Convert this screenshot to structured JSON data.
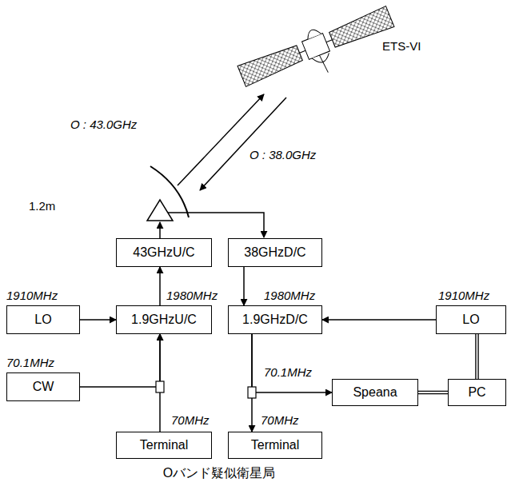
{
  "diagram": {
    "caption": "Oバンド疑似衛星局",
    "nodes": [
      {
        "text": [
          "43GHzU/C"
        ]
      },
      {
        "text": [
          "38GHzD/C"
        ]
      },
      {
        "text": [
          "LO"
        ]
      },
      {
        "text": [
          "1.9GHzU/C"
        ]
      },
      {
        "text": [
          "1.9GHzD/C"
        ]
      },
      {
        "text": [
          "LO"
        ]
      },
      {
        "text": [
          "CW"
        ]
      },
      {
        "text": [
          "Speana"
        ]
      },
      {
        "text": [
          "PC"
        ]
      },
      {
        "text": [
          "Terminal"
        ]
      },
      {
        "text": [
          "Terminal"
        ]
      }
    ],
    "edges": [
      {
        "from": 3,
        "to": 0,
        "arrow": "to"
      },
      {
        "from": 1,
        "to": 4,
        "arrow": "to"
      },
      {
        "from": 2,
        "to": 3,
        "arrow": "to"
      },
      {
        "from": 5,
        "to": 4,
        "arrow": "to"
      },
      {
        "from": 6,
        "to": 3,
        "arrow": "to"
      },
      {
        "from": 9,
        "to": 3,
        "arrow": "to"
      },
      {
        "from": 4,
        "to": 7,
        "arrow": "to"
      },
      {
        "from": 4,
        "to": 10,
        "arrow": "to"
      },
      {
        "from": 7,
        "to": 8,
        "arrow": "none"
      },
      {
        "from": 5,
        "to": 8,
        "arrow": "none"
      }
    ],
    "labels": [
      "ETS-VI",
      "O : 43.0GHz",
      "O : 38.0GHz",
      "1.2m",
      "1910MHz",
      "1980MHz",
      "1980MHz",
      "1910MHz",
      "70.1MHz",
      "70.1MHz",
      "70MHz",
      "70MHz"
    ]
  }
}
